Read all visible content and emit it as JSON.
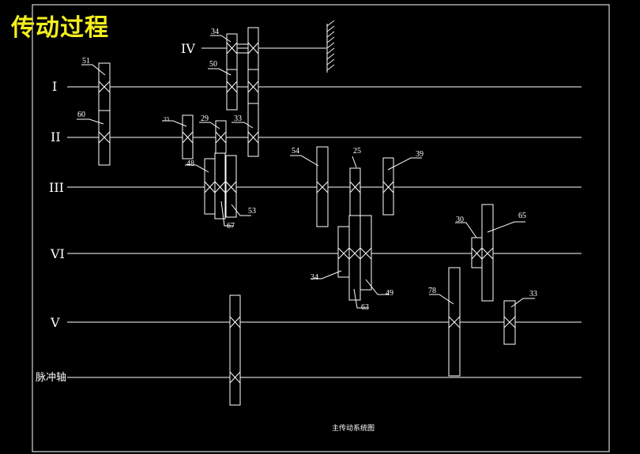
{
  "title": "传动过程",
  "caption": "主传动系统图",
  "shafts": [
    {
      "label": "I"
    },
    {
      "label": "II"
    },
    {
      "label": "III"
    },
    {
      "label": "IV"
    },
    {
      "label": "VI"
    },
    {
      "label": "V"
    },
    {
      "label": "脉冲轴"
    }
  ],
  "gear_numbers": [
    "51",
    "60",
    "34",
    "50",
    "33",
    "29",
    "33",
    "48",
    "67",
    "53",
    "54",
    "25",
    "39",
    "34",
    "63",
    "49",
    "30",
    "65",
    "78",
    "33"
  ]
}
